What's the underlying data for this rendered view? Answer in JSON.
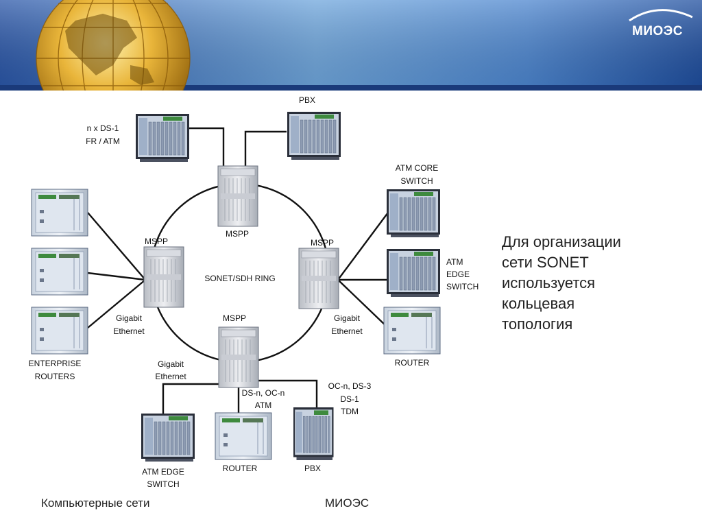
{
  "header": {
    "brand": "МИОЭС",
    "colors": {
      "band_dark": "#1c3f8a",
      "band_light": "#78aee0",
      "globe_gold": "#d9a52c"
    }
  },
  "diagram": {
    "ring_label": "SONET/SDH RING",
    "mspp_top": "MSPP",
    "mspp_left": "MSPP",
    "mspp_right": "MSPP",
    "mspp_bottom": "MSPP",
    "ds1_line1": "n x DS-1",
    "ds1_line2": "FR / ATM",
    "pbx_top": "PBX",
    "atm_core_line1": "ATM CORE",
    "atm_core_line2": "SWITCH",
    "atm_edge_right_line1": "ATM",
    "atm_edge_right_line2": "EDGE",
    "atm_edge_right_line3": "SWITCH",
    "router_right": "ROUTER",
    "gige_left_line1": "Gigabit",
    "gige_left_line2": "Ethernet",
    "gige_right_line1": "Gigabit",
    "gige_right_line2": "Ethernet",
    "gige_bottom_line1": "Gigabit",
    "gige_bottom_line2": "Ethernet",
    "enterprise_line1": "ENTERPRISE",
    "enterprise_line2": "ROUTERS",
    "dsn_line1": "DS-n, OC-n",
    "dsn_line2": "ATM",
    "ocn_line1": "OC-n, DS-3",
    "ocn_line2": "DS-1",
    "ocn_line3": "TDM",
    "atm_edge_bottom_line1": "ATM EDGE",
    "atm_edge_bottom_line2": "SWITCH",
    "router_bottom": "ROUTER",
    "pbx_bottom": "PBX"
  },
  "side_text": {
    "line1": "Для организации",
    "line2": "сети SONET",
    "line3": "используется",
    "line4": "кольцевая",
    "line5": "топология"
  },
  "footer": {
    "left": "Компьютерные сети",
    "center": "МИОЭС"
  }
}
